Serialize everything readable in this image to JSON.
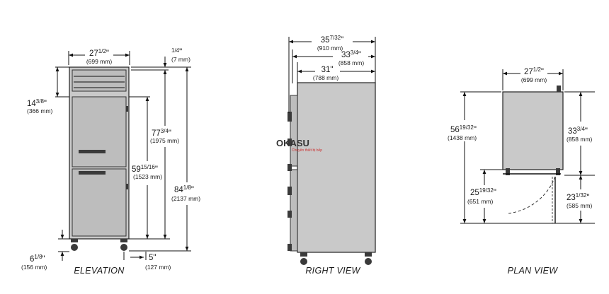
{
  "views": {
    "elevation": {
      "title": "ELEVATION",
      "width": {
        "imp": "27",
        "frac": "1/2",
        "mm": "(699 mm)"
      },
      "top_gap": {
        "frac": "1/4",
        "mm": "(7 mm)"
      },
      "upper_door": {
        "imp": "14",
        "frac": "3/8",
        "mm": "(366 mm)"
      },
      "door_height": {
        "imp": "77",
        "frac": "3/4",
        "mm": "(1975 mm)"
      },
      "lower_height": {
        "imp": "59",
        "frac": "15/16",
        "mm": "(1523 mm)"
      },
      "overall_height": {
        "imp": "84",
        "frac": "1/8",
        "mm": "(2137 mm)"
      },
      "leg_height": {
        "imp": "6",
        "frac": "1/8",
        "mm": "(156 mm)"
      },
      "bottom_gap": {
        "imp": "5\"",
        "mm": "(127 mm)"
      }
    },
    "right": {
      "title": "RIGHT VIEW",
      "overall_depth": {
        "imp": "35",
        "frac": "7/32",
        "mm": "(910 mm)"
      },
      "body_depth": {
        "imp": "33",
        "frac": "3/4",
        "mm": "(858 mm)"
      },
      "cabinet_depth": {
        "imp": "31\"",
        "mm": "(788 mm)"
      }
    },
    "plan": {
      "title": "PLAN VIEW",
      "width": {
        "imp": "27",
        "frac": "1/2",
        "mm": "(699 mm)"
      },
      "overall_depth": {
        "imp": "56",
        "frac": "19/32",
        "mm": "(1438 mm)"
      },
      "body_depth": {
        "imp": "33",
        "frac": "3/4",
        "mm": "(858 mm)"
      },
      "door_swing": {
        "imp": "25",
        "frac": "19/32",
        "mm": "(651 mm)"
      },
      "door_clear": {
        "imp": "23",
        "frac": "1/32",
        "mm": "(585 mm)"
      }
    }
  },
  "watermark": {
    "brand": "OKASU",
    "tagline": "Chuyên thiết bị bếp"
  }
}
